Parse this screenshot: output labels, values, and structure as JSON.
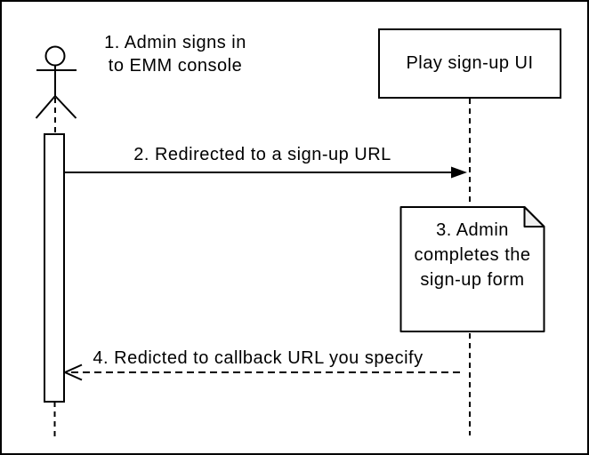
{
  "colors": {
    "stroke": "#000000",
    "background": "#ffffff",
    "note_fold": "#f0f0f0"
  },
  "actor": {
    "annotation": {
      "line1": "1. Admin signs in",
      "line2": "to EMM console"
    }
  },
  "participant": {
    "label": "Play sign-up UI"
  },
  "messages": [
    {
      "label": "2. Redirected to a sign-up URL",
      "line_style": "solid",
      "arrowhead": "filled",
      "direction": "actor-to-participant"
    },
    {
      "label": "4. Redicted to callback URL you specify",
      "line_style": "dashed",
      "arrowhead": "open",
      "direction": "participant-to-actor"
    }
  ],
  "note": {
    "line1": "3. Admin",
    "line2": "completes the",
    "line3": "sign-up form"
  }
}
